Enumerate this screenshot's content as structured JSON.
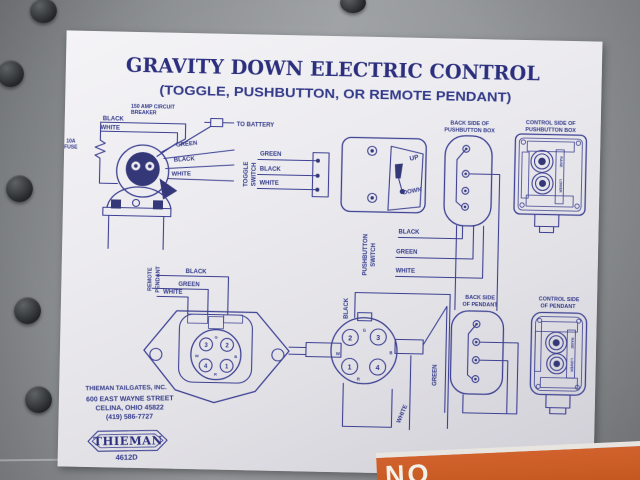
{
  "colors": {
    "ink": "#333a8a",
    "panel_gray": "#94979b",
    "decal_white": "#eceaef",
    "sticker_orange": "#cb5d2a"
  },
  "decal": {
    "title": "GRAVITY DOWN ELECTRIC CONTROL",
    "subtitle": "(TOGGLE, PUSHBUTTON, OR REMOTE PENDANT)",
    "motor": {
      "breaker_line1": "150 AMP CIRCUIT",
      "breaker_line2": "BREAKER",
      "to_battery": "TO BATTERY",
      "wire_black": "BLACK",
      "wire_white": "WHITE",
      "fuse_line1": "10A",
      "fuse_line2": "FUSE",
      "out_green": "GREEN",
      "out_black": "BLACK",
      "out_white": "WHITE"
    },
    "toggle": {
      "label_line1": "TOGGLE",
      "label_line2": "SWITCH",
      "wire_green": "GREEN",
      "wire_black": "BLACK",
      "wire_white": "WHITE",
      "up": "UP",
      "down": "DOWN"
    },
    "pushbutton": {
      "back_label_line1": "BACK SIDE OF",
      "back_label_line2": "PUSHBUTTON BOX",
      "control_label_line1": "CONTROL SIDE OF",
      "control_label_line2": "PUSHBUTTON BOX",
      "switch_label_line1": "PUSHBUTTON",
      "switch_label_line2": "SWITCH",
      "wire_black": "BLACK",
      "wire_green": "GREEN",
      "wire_white": "WHITE",
      "raise": "RAISE",
      "lower": "LOWER"
    },
    "pendant": {
      "remote_line1": "REMOTE",
      "remote_line2": "PENDANT",
      "wire_black": "BLACK",
      "wire_green": "GREEN",
      "wire_white": "WHITE",
      "socket_pins": {
        "tl": "3",
        "tr": "2",
        "bl": "4",
        "br": "1"
      },
      "socket_letters": {
        "top": "G",
        "left": "W",
        "right": "B",
        "bottom": "R"
      },
      "plug_pins": {
        "tl": "2",
        "tr": "3",
        "bl": "1",
        "br": "4"
      },
      "plug_letters": {
        "top": "G",
        "left": "W",
        "right": "B",
        "bottom": "R"
      },
      "plug_wire_black": "BLACK",
      "plug_wire_green": "GREEN",
      "plug_wire_white": "WHITE",
      "back_label_line1": "BACK SIDE",
      "back_label_line2": "OF PENDANT",
      "control_label_line1": "CONTROL SIDE",
      "control_label_line2": "OF PENDANT",
      "raise": "RAISE",
      "lower": "LOWER"
    },
    "footer": {
      "company": "THIEMAN TAILGATES, INC.",
      "address1": "600 EAST WAYNE STREET",
      "address2": "CELINA, OHIO 45822",
      "phone": "(419) 586-7727",
      "logo": "THIEMAN",
      "part_number": "4612D"
    }
  },
  "warning_sticker": {
    "visible_text": "NO"
  }
}
